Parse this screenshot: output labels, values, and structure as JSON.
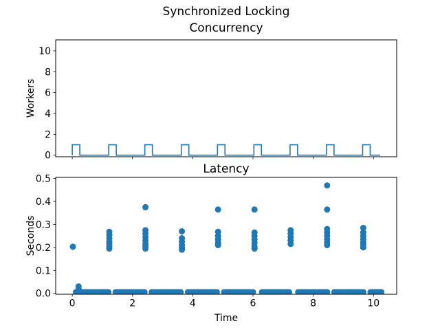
{
  "figure": {
    "suptitle": "Synchronized Locking",
    "background_color": "#ffffff",
    "accent_color": "#1f77b4",
    "text_color": "#000000"
  },
  "chart_data": [
    {
      "type": "line",
      "title": "Concurrency",
      "xlabel": "",
      "ylabel": "Workers",
      "xlim": [
        -0.55,
        10.77
      ],
      "ylim": [
        -0.15,
        11.05
      ],
      "xticks": [
        0,
        2,
        4,
        6,
        8,
        10
      ],
      "xtick_labels": null,
      "yticks": [
        0,
        2,
        4,
        6,
        8,
        10
      ],
      "ytick_labels": [
        "0",
        "2",
        "4",
        "6",
        "8",
        "10"
      ],
      "grid": false,
      "legend": null,
      "line_color": "#1f77b4",
      "series": [
        {
          "name": "workers",
          "style": "step-pulse",
          "baseline": 0,
          "pulse_height": 1,
          "pulses": [
            [
              0.0,
              0.25
            ],
            [
              1.21,
              1.46
            ],
            [
              2.41,
              2.66
            ],
            [
              3.62,
              3.87
            ],
            [
              4.82,
              5.07
            ],
            [
              6.03,
              6.28
            ],
            [
              7.23,
              7.48
            ],
            [
              8.44,
              8.69
            ],
            [
              9.64,
              9.89
            ]
          ],
          "x_start": 0.0,
          "x_end": 10.22
        }
      ]
    },
    {
      "type": "scatter",
      "title": "Latency",
      "xlabel": "Time",
      "ylabel": "Seconds",
      "xlim": [
        -0.55,
        10.77
      ],
      "ylim": [
        -0.004,
        0.505
      ],
      "xticks": [
        0,
        2,
        4,
        6,
        8,
        10
      ],
      "xtick_labels": [
        "0",
        "2",
        "4",
        "6",
        "8",
        "10"
      ],
      "yticks": [
        0.0,
        0.1,
        0.2,
        0.3,
        0.4,
        0.5
      ],
      "ytick_labels": [
        "0.0",
        "0.1",
        "0.2",
        "0.3",
        "0.4",
        "0.5"
      ],
      "grid": false,
      "legend": null,
      "marker_color": "#1f77b4",
      "clusters": [
        {
          "x": 0.02,
          "ys": [
            0.203
          ]
        },
        {
          "x": 0.21,
          "ys": [
            0.012,
            0.02,
            0.03
          ]
        },
        {
          "x": 1.23,
          "ys": [
            0.195,
            0.205,
            0.215,
            0.225,
            0.24,
            0.255,
            0.268
          ]
        },
        {
          "x": 2.43,
          "ys": [
            0.195,
            0.205,
            0.215,
            0.23,
            0.245,
            0.26,
            0.275,
            0.375
          ]
        },
        {
          "x": 3.64,
          "ys": [
            0.19,
            0.2,
            0.21,
            0.225,
            0.24,
            0.27
          ]
        },
        {
          "x": 4.84,
          "ys": [
            0.21,
            0.22,
            0.235,
            0.25,
            0.268,
            0.365
          ]
        },
        {
          "x": 6.05,
          "ys": [
            0.195,
            0.205,
            0.22,
            0.235,
            0.25,
            0.265,
            0.365
          ]
        },
        {
          "x": 7.25,
          "ys": [
            0.215,
            0.23,
            0.245,
            0.26,
            0.275
          ]
        },
        {
          "x": 8.46,
          "ys": [
            0.21,
            0.222,
            0.235,
            0.25,
            0.265,
            0.28,
            0.365,
            0.47
          ]
        },
        {
          "x": 9.66,
          "ys": [
            0.2,
            0.21,
            0.222,
            0.235,
            0.25,
            0.265,
            0.285
          ]
        }
      ],
      "baseline_band": {
        "y": 0.005,
        "start": 0.12,
        "end": 10.28,
        "step": 0.06,
        "notches": [
          1.33,
          2.53,
          3.74,
          4.94,
          6.15,
          7.35,
          8.56,
          9.76
        ],
        "notch_halfwidth": 0.095
      }
    }
  ]
}
